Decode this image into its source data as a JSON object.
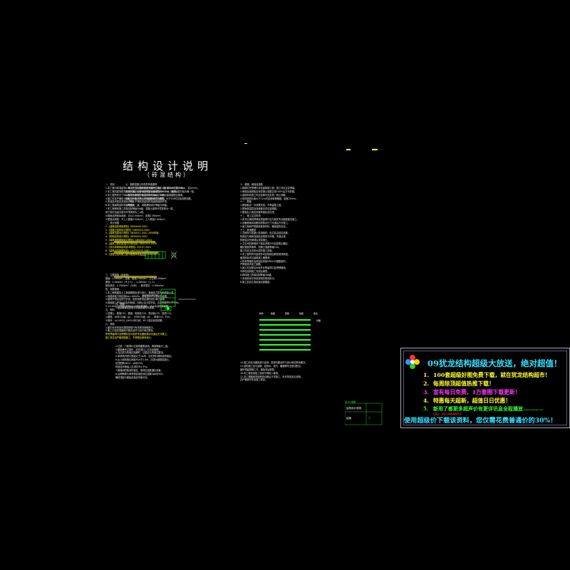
{
  "drawing": {
    "title": "结构设计说明",
    "subtitle": "（砖混结构）"
  },
  "ad": {
    "title": "09犹龙结构超级大放送，绝对超值！",
    "items": [
      {
        "num": "1.",
        "text": "100套超级好图免费下载，就在犹龙结构超市！",
        "color": "#ffff33"
      },
      {
        "num": "2.",
        "text": "每周除顶超值热推下载！",
        "color": "#ffff33"
      },
      {
        "num": "3.",
        "text": "宣有每日免费，1万套图下载更新！",
        "color": "#ff33ff"
      },
      {
        "num": "4.",
        "text": "特惠每天超新，超值日日优惠！",
        "color": "#ffff33"
      },
      {
        "num": "5.",
        "text": "新用了都更多超声价有更详讯息全程播放",
        "color": "#33ff33"
      }
    ],
    "extra": "QQ: 201484601",
    "link": "www.youlong.com",
    "footer": "使用超级价下载该资料，您仅需花费普通价的30%！"
  },
  "titleblock": {
    "label": "结构设计说明",
    "code": "结施-1"
  }
}
